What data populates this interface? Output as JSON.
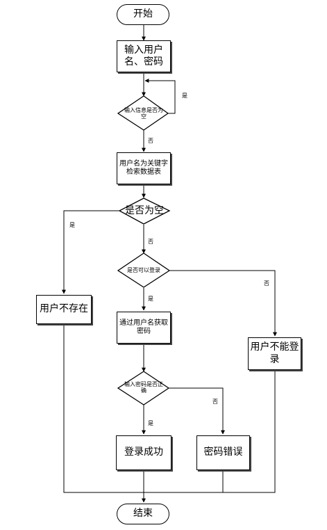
{
  "flowchart": {
    "start": "开始",
    "input_user": "输入用户\n名、密码",
    "check_input_empty": "输入信息是否为\n空",
    "search_db": "用户名为关键字\n检索数据表",
    "check_empty": "是否为空",
    "user_not_exist": "用户不存在",
    "check_can_login": "是否可以登录",
    "get_password": "通过用户名获取\n密码",
    "cannot_login": "用户不能登\n录",
    "check_password": "输入密码是否正\n确",
    "login_success": "登录成功",
    "password_error": "密码错误",
    "end": "结束"
  },
  "edge_labels": {
    "yes": "是",
    "no": "否"
  }
}
